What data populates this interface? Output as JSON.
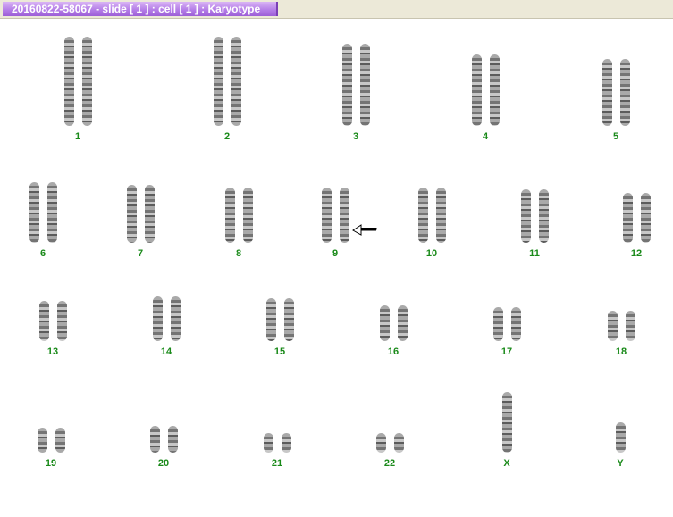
{
  "window": {
    "title": "20160822-58067 - slide [ 1 ] : cell [ 1 ] : Karyotype"
  },
  "colors": {
    "title_bar": "#b27ae6",
    "label": "#1a8a1a"
  },
  "karyotype": {
    "chromosomes": [
      "1",
      "2",
      "3",
      "4",
      "5",
      "6",
      "7",
      "8",
      "9",
      "10",
      "11",
      "12",
      "13",
      "14",
      "15",
      "16",
      "17",
      "18",
      "19",
      "20",
      "21",
      "22",
      "X",
      "Y"
    ],
    "annotation": {
      "icon": "arrow-left-icon",
      "target": "9"
    }
  }
}
